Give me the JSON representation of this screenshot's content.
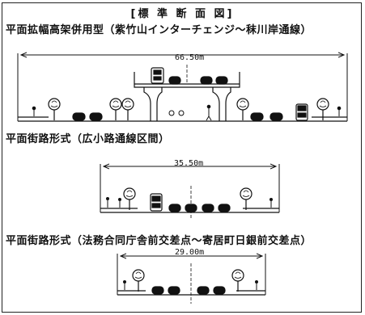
{
  "diagram": {
    "title": "[標 準 断 面 図]",
    "sections": [
      {
        "title": "平面拡幅高架併用型（紫竹山インターチェンジ～秣川岸通線）",
        "width_label": "66.50m"
      },
      {
        "title": "平面街路形式（広小路通線区間）",
        "width_label": "35.50m"
      },
      {
        "title": "平面街路形式（法務合同庁舎前交差点～寄居町日銀前交差点）",
        "width_label": "29.00m"
      }
    ]
  },
  "colors": {
    "ink": "#111111",
    "background": "#ffffff"
  }
}
